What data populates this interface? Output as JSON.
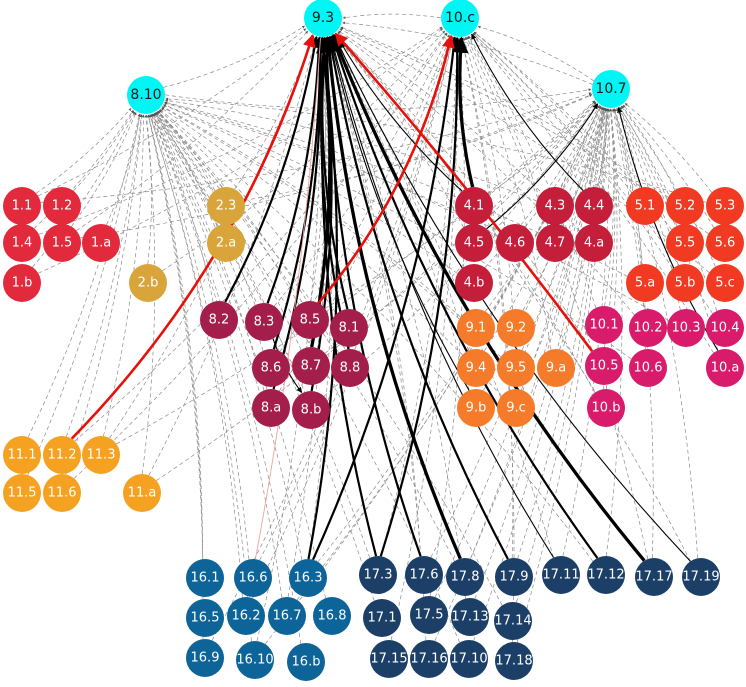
{
  "colors": {
    "hub": "#00f5f5",
    "g1": "#e32a3c",
    "g2": "#d9a53a",
    "g4": "#c41e3a",
    "g5": "#f23a22",
    "g8": "#a31e4a",
    "g9": "#f57a2a",
    "g10": "#d81b6a",
    "g11": "#f5a122",
    "g16": "#0c6499",
    "g17": "#1b3f66"
  },
  "hubs": [
    "9.3",
    "10.c",
    "8.10",
    "10.7"
  ],
  "groups": [
    {
      "id": "g1",
      "nodes": [
        "1.1",
        "1.2",
        "1.4",
        "1.5",
        "1.a",
        "1.b"
      ]
    },
    {
      "id": "g2",
      "nodes": [
        "2.3",
        "2.a",
        "2.b"
      ]
    },
    {
      "id": "g4",
      "nodes": [
        "4.1",
        "4.3",
        "4.4",
        "4.5",
        "4.6",
        "4.7",
        "4.a",
        "4.b"
      ]
    },
    {
      "id": "g5",
      "nodes": [
        "5.1",
        "5.2",
        "5.3",
        "5.5",
        "5.6",
        "5.a",
        "5.b",
        "5.c"
      ]
    },
    {
      "id": "g8",
      "nodes": [
        "8.2",
        "8.3",
        "8.5",
        "8.1",
        "8.6",
        "8.7",
        "8.8",
        "8.a",
        "8.b"
      ]
    },
    {
      "id": "g9",
      "nodes": [
        "9.1",
        "9.2",
        "9.4",
        "9.5",
        "9.a",
        "9.b",
        "9.c"
      ]
    },
    {
      "id": "g10",
      "nodes": [
        "10.1",
        "10.2",
        "10.3",
        "10.4",
        "10.5",
        "10.6",
        "10.a",
        "10.b"
      ]
    },
    {
      "id": "g11",
      "nodes": [
        "11.1",
        "11.2",
        "11.3",
        "11.5",
        "11.6",
        "11.a"
      ]
    },
    {
      "id": "g16",
      "nodes": [
        "16.1",
        "16.6",
        "16.3",
        "16.5",
        "16.2",
        "16.7",
        "16.8",
        "16.9",
        "16.10",
        "16.b"
      ]
    },
    {
      "id": "g17",
      "nodes": [
        "17.3",
        "17.6",
        "17.8",
        "17.9",
        "17.11",
        "17.12",
        "17.17",
        "17.19",
        "17.1",
        "17.5",
        "17.13",
        "17.14",
        "17.15",
        "17.16",
        "17.10",
        "17.18"
      ]
    }
  ],
  "edges_strong": [
    {
      "from": "8.2",
      "to": "9.3",
      "weight": 2
    },
    {
      "from": "8.3",
      "to": "9.3",
      "weight": 2
    },
    {
      "from": "8.1",
      "to": "9.3",
      "weight": 2
    },
    {
      "from": "8.6",
      "to": "9.3",
      "weight": 2
    },
    {
      "from": "8.7",
      "to": "9.3",
      "weight": 3
    },
    {
      "from": "8.8",
      "to": "9.3",
      "weight": 2
    },
    {
      "from": "8.a",
      "to": "9.3",
      "weight": 2
    },
    {
      "from": "8.b",
      "to": "9.3",
      "weight": 2
    },
    {
      "from": "16.3",
      "to": "9.3",
      "weight": 2
    },
    {
      "from": "17.3",
      "to": "9.3",
      "weight": 2
    },
    {
      "from": "17.6",
      "to": "9.3",
      "weight": 2
    },
    {
      "from": "17.8",
      "to": "9.3",
      "weight": 3
    },
    {
      "from": "17.9",
      "to": "9.3",
      "weight": 2
    },
    {
      "from": "17.11",
      "to": "9.3",
      "weight": 1
    },
    {
      "from": "17.12",
      "to": "9.3",
      "weight": 2
    },
    {
      "from": "17.17",
      "to": "9.3",
      "weight": 3
    },
    {
      "from": "17.19",
      "to": "9.3",
      "weight": 1
    },
    {
      "from": "4.1",
      "to": "9.3",
      "weight": 1
    },
    {
      "from": "9.b",
      "to": "9.3",
      "weight": 1
    },
    {
      "from": "4.1",
      "to": "10.c",
      "weight": 3
    },
    {
      "from": "16.3",
      "to": "10.c",
      "weight": 2
    },
    {
      "from": "17.3",
      "to": "10.c",
      "weight": 2
    },
    {
      "from": "4.4",
      "to": "10.c",
      "weight": 1
    },
    {
      "from": "10.a",
      "to": "10.7",
      "weight": 1
    },
    {
      "from": "4.5",
      "to": "10.7",
      "weight": 1
    },
    {
      "from": "4.1",
      "to": "4.5",
      "weight": 1
    },
    {
      "from": "8.3",
      "to": "8.b",
      "weight": 1
    }
  ],
  "edges_red": [
    {
      "from": "11.2",
      "to": "9.3"
    },
    {
      "from": "8.5",
      "to": "10.c"
    },
    {
      "from": "10.5",
      "to": "9.3"
    }
  ],
  "edges_pink": [
    {
      "from": "16.6",
      "to": "9.3"
    }
  ],
  "edges_dashed_targets": [
    "9.3",
    "10.c",
    "8.10",
    "10.7"
  ]
}
